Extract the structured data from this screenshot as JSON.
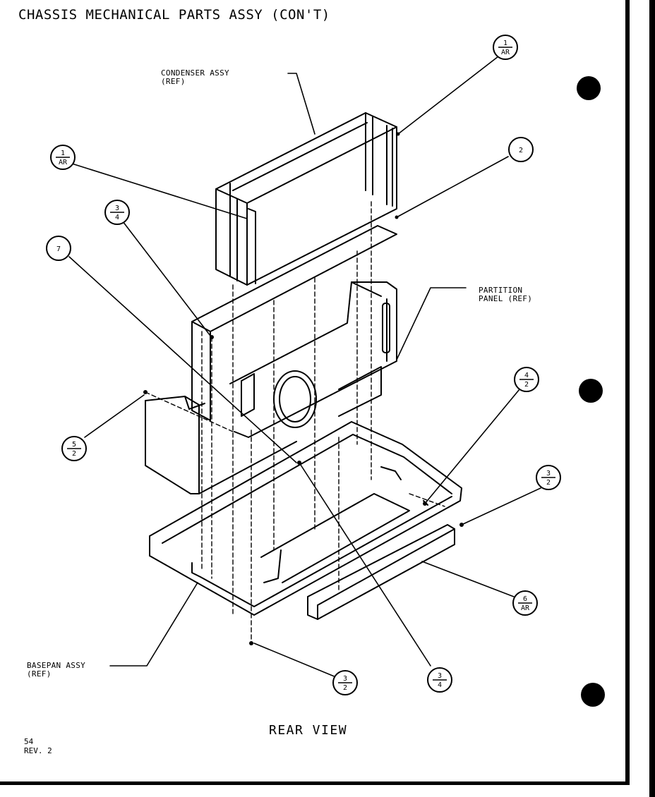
{
  "title": "CHASSIS MECHANICAL PARTS ASSY (CON'T)",
  "labels": {
    "condenser": [
      "CONDENSER ASSY",
      "(REF)"
    ],
    "partition": [
      "PARTITION",
      "PANEL (REF)"
    ],
    "basepan": [
      "BASEPAN ASSY",
      "(REF)"
    ]
  },
  "view_label": "REAR VIEW",
  "page_number": "54",
  "revision": "REV. 2",
  "callouts": [
    {
      "id": "callout-1-ar-top",
      "top": "1",
      "bottom": "AR"
    },
    {
      "id": "callout-2",
      "top": "2",
      "bottom": ""
    },
    {
      "id": "callout-1-ar-left",
      "top": "1",
      "bottom": "AR"
    },
    {
      "id": "callout-3-4-upper",
      "top": "3",
      "bottom": "4"
    },
    {
      "id": "callout-7",
      "top": "7",
      "bottom": ""
    },
    {
      "id": "callout-4-2",
      "top": "4",
      "bottom": "2"
    },
    {
      "id": "callout-5-2",
      "top": "5",
      "bottom": "2"
    },
    {
      "id": "callout-3-2-right",
      "top": "3",
      "bottom": "2"
    },
    {
      "id": "callout-6-ar",
      "top": "6",
      "bottom": "AR"
    },
    {
      "id": "callout-3-2-bottom",
      "top": "3",
      "bottom": "2"
    },
    {
      "id": "callout-3-4-lower",
      "top": "3",
      "bottom": "4"
    }
  ]
}
